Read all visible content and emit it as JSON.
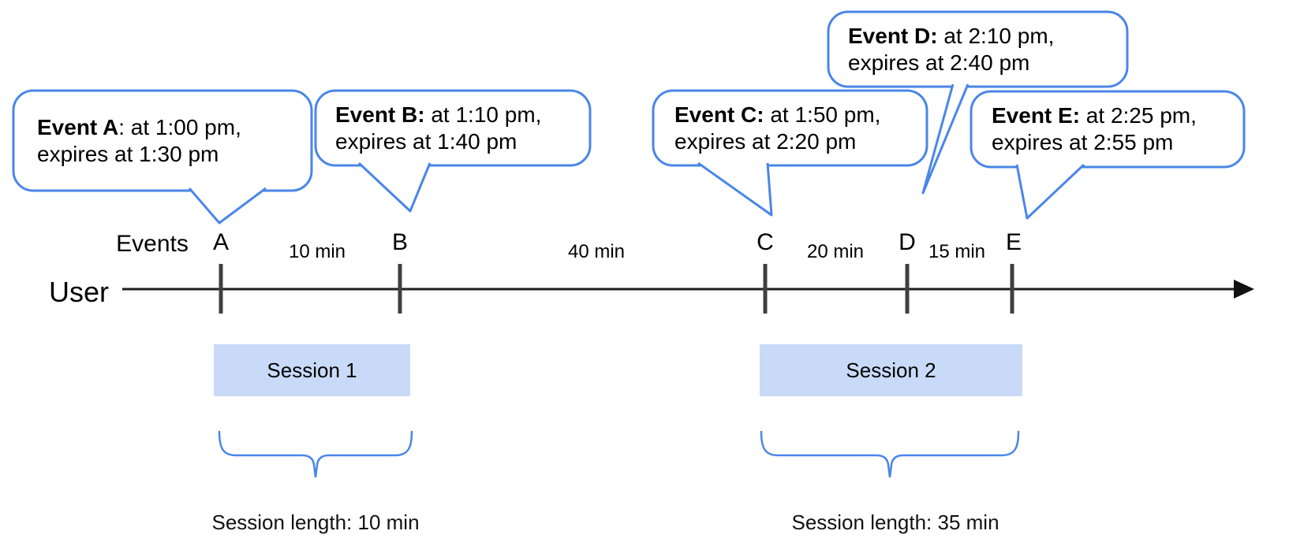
{
  "diagram": {
    "user_label": "User",
    "events_label": "Events",
    "events": [
      {
        "letter": "A",
        "bubble_bold": "Event A",
        "bubble_rest": ": at 1:00 pm,",
        "bubble_line2": "expires at 1:30 pm"
      },
      {
        "letter": "B",
        "bubble_bold": "Event B:",
        "bubble_rest": " at 1:10 pm,",
        "bubble_line2": "expires at 1:40 pm"
      },
      {
        "letter": "C",
        "bubble_bold": "Event C:",
        "bubble_rest": " at 1:50 pm,",
        "bubble_line2": "expires at 2:20 pm"
      },
      {
        "letter": "D",
        "bubble_bold": "Event D:",
        "bubble_rest": " at 2:10 pm,",
        "bubble_line2": "expires at 2:40 pm"
      },
      {
        "letter": "E",
        "bubble_bold": "Event E:",
        "bubble_rest": " at 2:25 pm,",
        "bubble_line2": "expires at 2:55 pm"
      }
    ],
    "intervals": [
      {
        "label": "10 min"
      },
      {
        "label": "40 min"
      },
      {
        "label": "20 min"
      },
      {
        "label": "15 min"
      }
    ],
    "sessions": [
      {
        "label": "Session 1",
        "length_label": "Session length: 10 min"
      },
      {
        "label": "Session 2",
        "length_label": "Session length: 35 min"
      }
    ],
    "colors": {
      "accent_blue": "#4a86e8",
      "session_fill": "#c9daf8",
      "timeline": "#1e1e1e",
      "tick": "#3f3f3f"
    }
  }
}
